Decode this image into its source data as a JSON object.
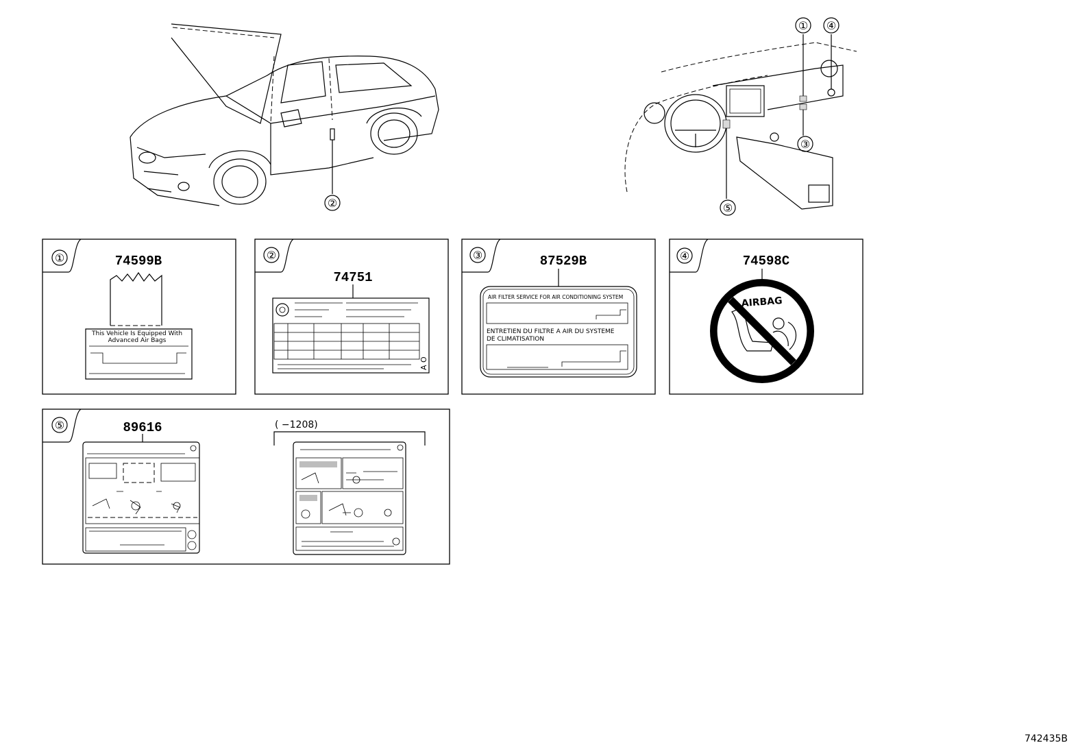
{
  "callouts": {
    "c1": "①",
    "c2": "②",
    "c3": "③",
    "c4": "④",
    "c5": "⑤"
  },
  "panels": {
    "p1": {
      "number": "①",
      "part_number": "74599B",
      "label_line1": "This Vehicle Is Equipped With",
      "label_line2": "Advanced  Air  Bags"
    },
    "p2": {
      "number": "②",
      "part_number": "74751",
      "side_text": "A O"
    },
    "p3": {
      "number": "③",
      "part_number": "87529B",
      "label_line1": "AIR FILTER SERVICE FOR AIR CONDITIONING SYSTEM",
      "label_line2": "ENTRETIEN DU FILTRE A AIR DU SYSTEME",
      "label_line3": "DE CLIMATISATION"
    },
    "p4": {
      "number": "④",
      "part_number": "74598C",
      "badge_text": "AIRBAG"
    },
    "p5": {
      "number": "⑤",
      "part_number": "89616",
      "variant_range": "(      −1208)"
    }
  },
  "diagram_id": "742435B"
}
